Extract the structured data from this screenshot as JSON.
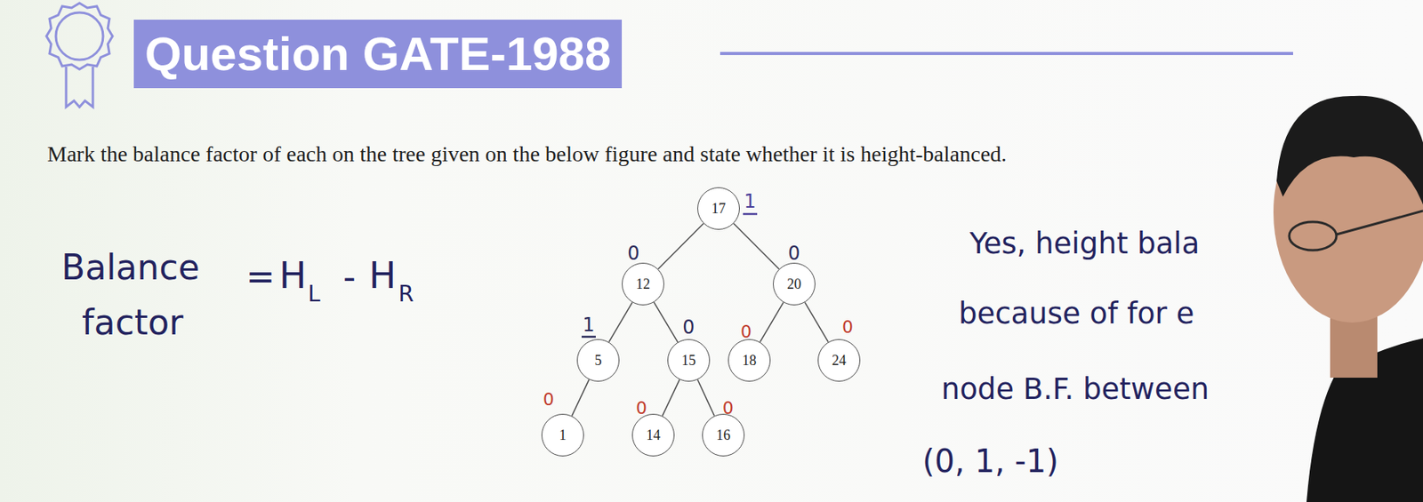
{
  "diagram": {
    "title": "Question GATE-1988",
    "nodes": [
      {
        "text": [
          "17"
        ]
      },
      {
        "text": [
          "12"
        ]
      },
      {
        "text": [
          "20"
        ]
      },
      {
        "text": [
          "5"
        ]
      },
      {
        "text": [
          "15"
        ]
      },
      {
        "text": [
          "18"
        ]
      },
      {
        "text": [
          "24"
        ]
      },
      {
        "text": [
          "1"
        ]
      },
      {
        "text": [
          "14"
        ]
      },
      {
        "text": [
          "16"
        ]
      }
    ],
    "edges": [
      {
        "from": 0,
        "to": 1,
        "arrow": "none"
      },
      {
        "from": 0,
        "to": 2,
        "arrow": "none"
      },
      {
        "from": 1,
        "to": 3,
        "arrow": "none"
      },
      {
        "from": 1,
        "to": 4,
        "arrow": "none"
      },
      {
        "from": 2,
        "to": 5,
        "arrow": "none"
      },
      {
        "from": 2,
        "to": 6,
        "arrow": "none"
      },
      {
        "from": 3,
        "to": 7,
        "arrow": "none"
      },
      {
        "from": 4,
        "to": 8,
        "arrow": "none"
      },
      {
        "from": 4,
        "to": 9,
        "arrow": "none"
      }
    ],
    "labels": [
      "Mark the balance factor of each on the tree given on the below figure and state whether it is height-balanced.",
      "Balance",
      "factor",
      "=",
      "H",
      "L",
      "-",
      "H",
      "R",
      "1",
      "0",
      "0",
      "1",
      "0",
      "0",
      "0",
      "0",
      "0",
      "0",
      "Yes, height bala",
      "because of for e",
      "node B.F. between",
      "(0, 1, -1)"
    ]
  }
}
